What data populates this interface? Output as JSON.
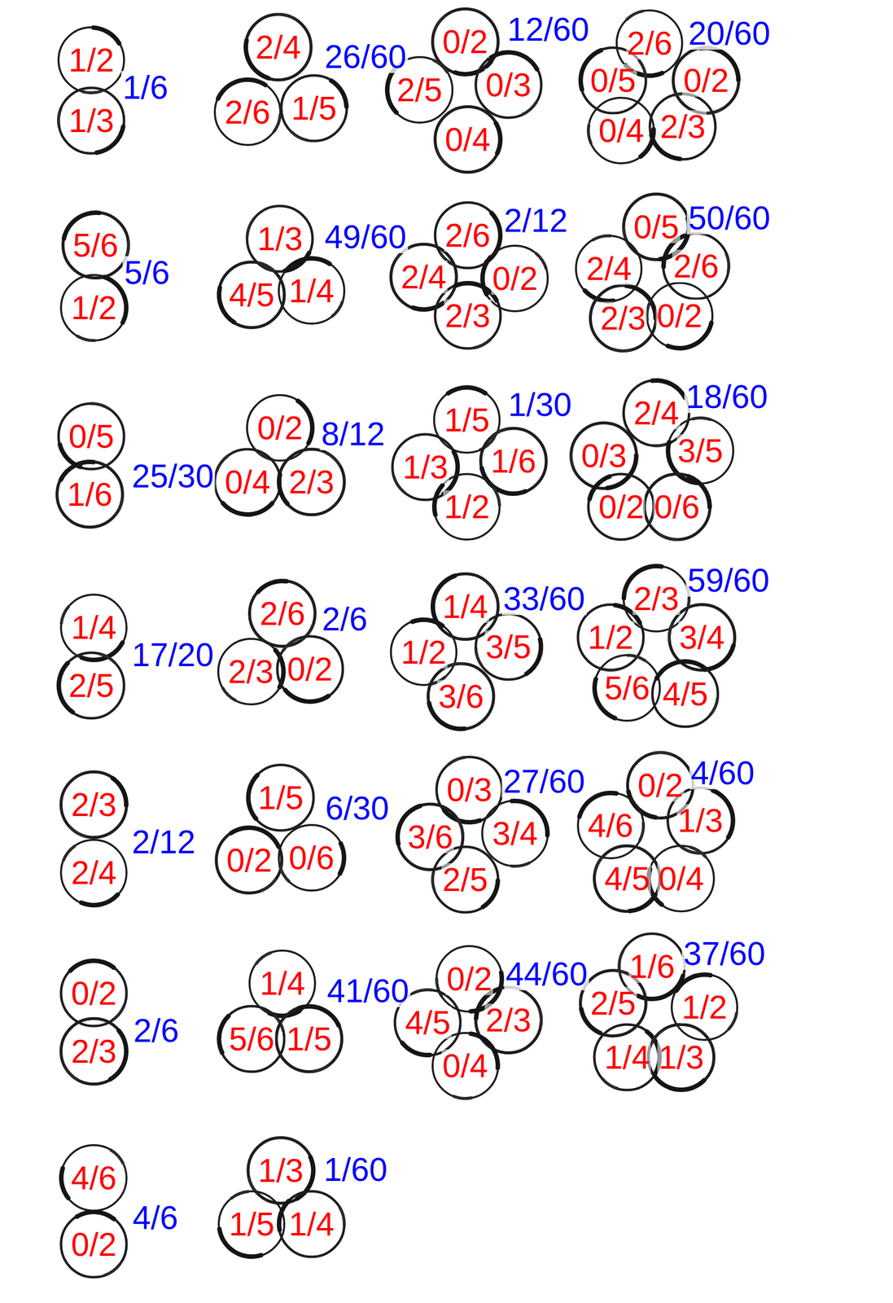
{
  "diagram": {
    "nodes": [
      {
        "text": [
          "1/2"
        ]
      },
      {
        "text": [
          "1/3"
        ]
      },
      {
        "text": [
          "2/4"
        ]
      },
      {
        "text": [
          "2/6"
        ]
      },
      {
        "text": [
          "1/5"
        ]
      },
      {
        "text": [
          "0/2"
        ]
      },
      {
        "text": [
          "2/5"
        ]
      },
      {
        "text": [
          "0/3"
        ]
      },
      {
        "text": [
          "0/4"
        ]
      },
      {
        "text": [
          "2/6"
        ]
      },
      {
        "text": [
          "0/5"
        ]
      },
      {
        "text": [
          "0/2"
        ]
      },
      {
        "text": [
          "0/4"
        ]
      },
      {
        "text": [
          "2/3"
        ]
      },
      {
        "text": [
          "5/6"
        ]
      },
      {
        "text": [
          "1/2"
        ]
      },
      {
        "text": [
          "1/3"
        ]
      },
      {
        "text": [
          "4/5"
        ]
      },
      {
        "text": [
          "1/4"
        ]
      },
      {
        "text": [
          "2/6"
        ]
      },
      {
        "text": [
          "2/4"
        ]
      },
      {
        "text": [
          "0/2"
        ]
      },
      {
        "text": [
          "2/3"
        ]
      },
      {
        "text": [
          "0/5"
        ]
      },
      {
        "text": [
          "2/4"
        ]
      },
      {
        "text": [
          "2/6"
        ]
      },
      {
        "text": [
          "2/3"
        ]
      },
      {
        "text": [
          "0/2"
        ]
      },
      {
        "text": [
          "0/5"
        ]
      },
      {
        "text": [
          "1/6"
        ]
      },
      {
        "text": [
          "0/2"
        ]
      },
      {
        "text": [
          "0/4"
        ]
      },
      {
        "text": [
          "2/3"
        ]
      },
      {
        "text": [
          "1/5"
        ]
      },
      {
        "text": [
          "1/3"
        ]
      },
      {
        "text": [
          "1/6"
        ]
      },
      {
        "text": [
          "1/2"
        ]
      },
      {
        "text": [
          "2/4"
        ]
      },
      {
        "text": [
          "0/3"
        ]
      },
      {
        "text": [
          "3/5"
        ]
      },
      {
        "text": [
          "0/2"
        ]
      },
      {
        "text": [
          "0/6"
        ]
      },
      {
        "text": [
          "1/4"
        ]
      },
      {
        "text": [
          "2/5"
        ]
      },
      {
        "text": [
          "2/6"
        ]
      },
      {
        "text": [
          "2/3"
        ]
      },
      {
        "text": [
          "0/2"
        ]
      },
      {
        "text": [
          "1/4"
        ]
      },
      {
        "text": [
          "1/2"
        ]
      },
      {
        "text": [
          "3/5"
        ]
      },
      {
        "text": [
          "3/6"
        ]
      },
      {
        "text": [
          "2/3"
        ]
      },
      {
        "text": [
          "1/2"
        ]
      },
      {
        "text": [
          "3/4"
        ]
      },
      {
        "text": [
          "5/6"
        ]
      },
      {
        "text": [
          "4/5"
        ]
      },
      {
        "text": [
          "2/3"
        ]
      },
      {
        "text": [
          "2/4"
        ]
      },
      {
        "text": [
          "1/5"
        ]
      },
      {
        "text": [
          "0/2"
        ]
      },
      {
        "text": [
          "0/6"
        ]
      },
      {
        "text": [
          "0/3"
        ]
      },
      {
        "text": [
          "3/6"
        ]
      },
      {
        "text": [
          "3/4"
        ]
      },
      {
        "text": [
          "2/5"
        ]
      },
      {
        "text": [
          "0/2"
        ]
      },
      {
        "text": [
          "4/6"
        ]
      },
      {
        "text": [
          "1/3"
        ]
      },
      {
        "text": [
          "4/5"
        ]
      },
      {
        "text": [
          "0/4"
        ]
      },
      {
        "text": [
          "0/2"
        ]
      },
      {
        "text": [
          "2/3"
        ]
      },
      {
        "text": [
          "1/4"
        ]
      },
      {
        "text": [
          "5/6"
        ]
      },
      {
        "text": [
          "1/5"
        ]
      },
      {
        "text": [
          "0/2"
        ]
      },
      {
        "text": [
          "4/5"
        ]
      },
      {
        "text": [
          "2/3"
        ]
      },
      {
        "text": [
          "0/4"
        ]
      },
      {
        "text": [
          "1/6"
        ]
      },
      {
        "text": [
          "2/5"
        ]
      },
      {
        "text": [
          "1/2"
        ]
      },
      {
        "text": [
          "1/4"
        ]
      },
      {
        "text": [
          "1/3"
        ]
      },
      {
        "text": [
          "4/6"
        ]
      },
      {
        "text": [
          "0/2"
        ]
      },
      {
        "text": [
          "1/3"
        ]
      },
      {
        "text": [
          "1/5"
        ]
      },
      {
        "text": [
          "1/4"
        ]
      }
    ],
    "labels": [
      "1/6",
      "26/60",
      "12/60",
      "20/60",
      "5/6",
      "49/60",
      "2/12",
      "50/60",
      "25/30",
      "8/12",
      "1/30",
      "18/60",
      "17/20",
      "2/6",
      "33/60",
      "59/60",
      "2/12",
      "6/30",
      "27/60",
      "4/60",
      "2/6",
      "41/60",
      "44/60",
      "37/60",
      "4/6",
      "1/60"
    ]
  }
}
